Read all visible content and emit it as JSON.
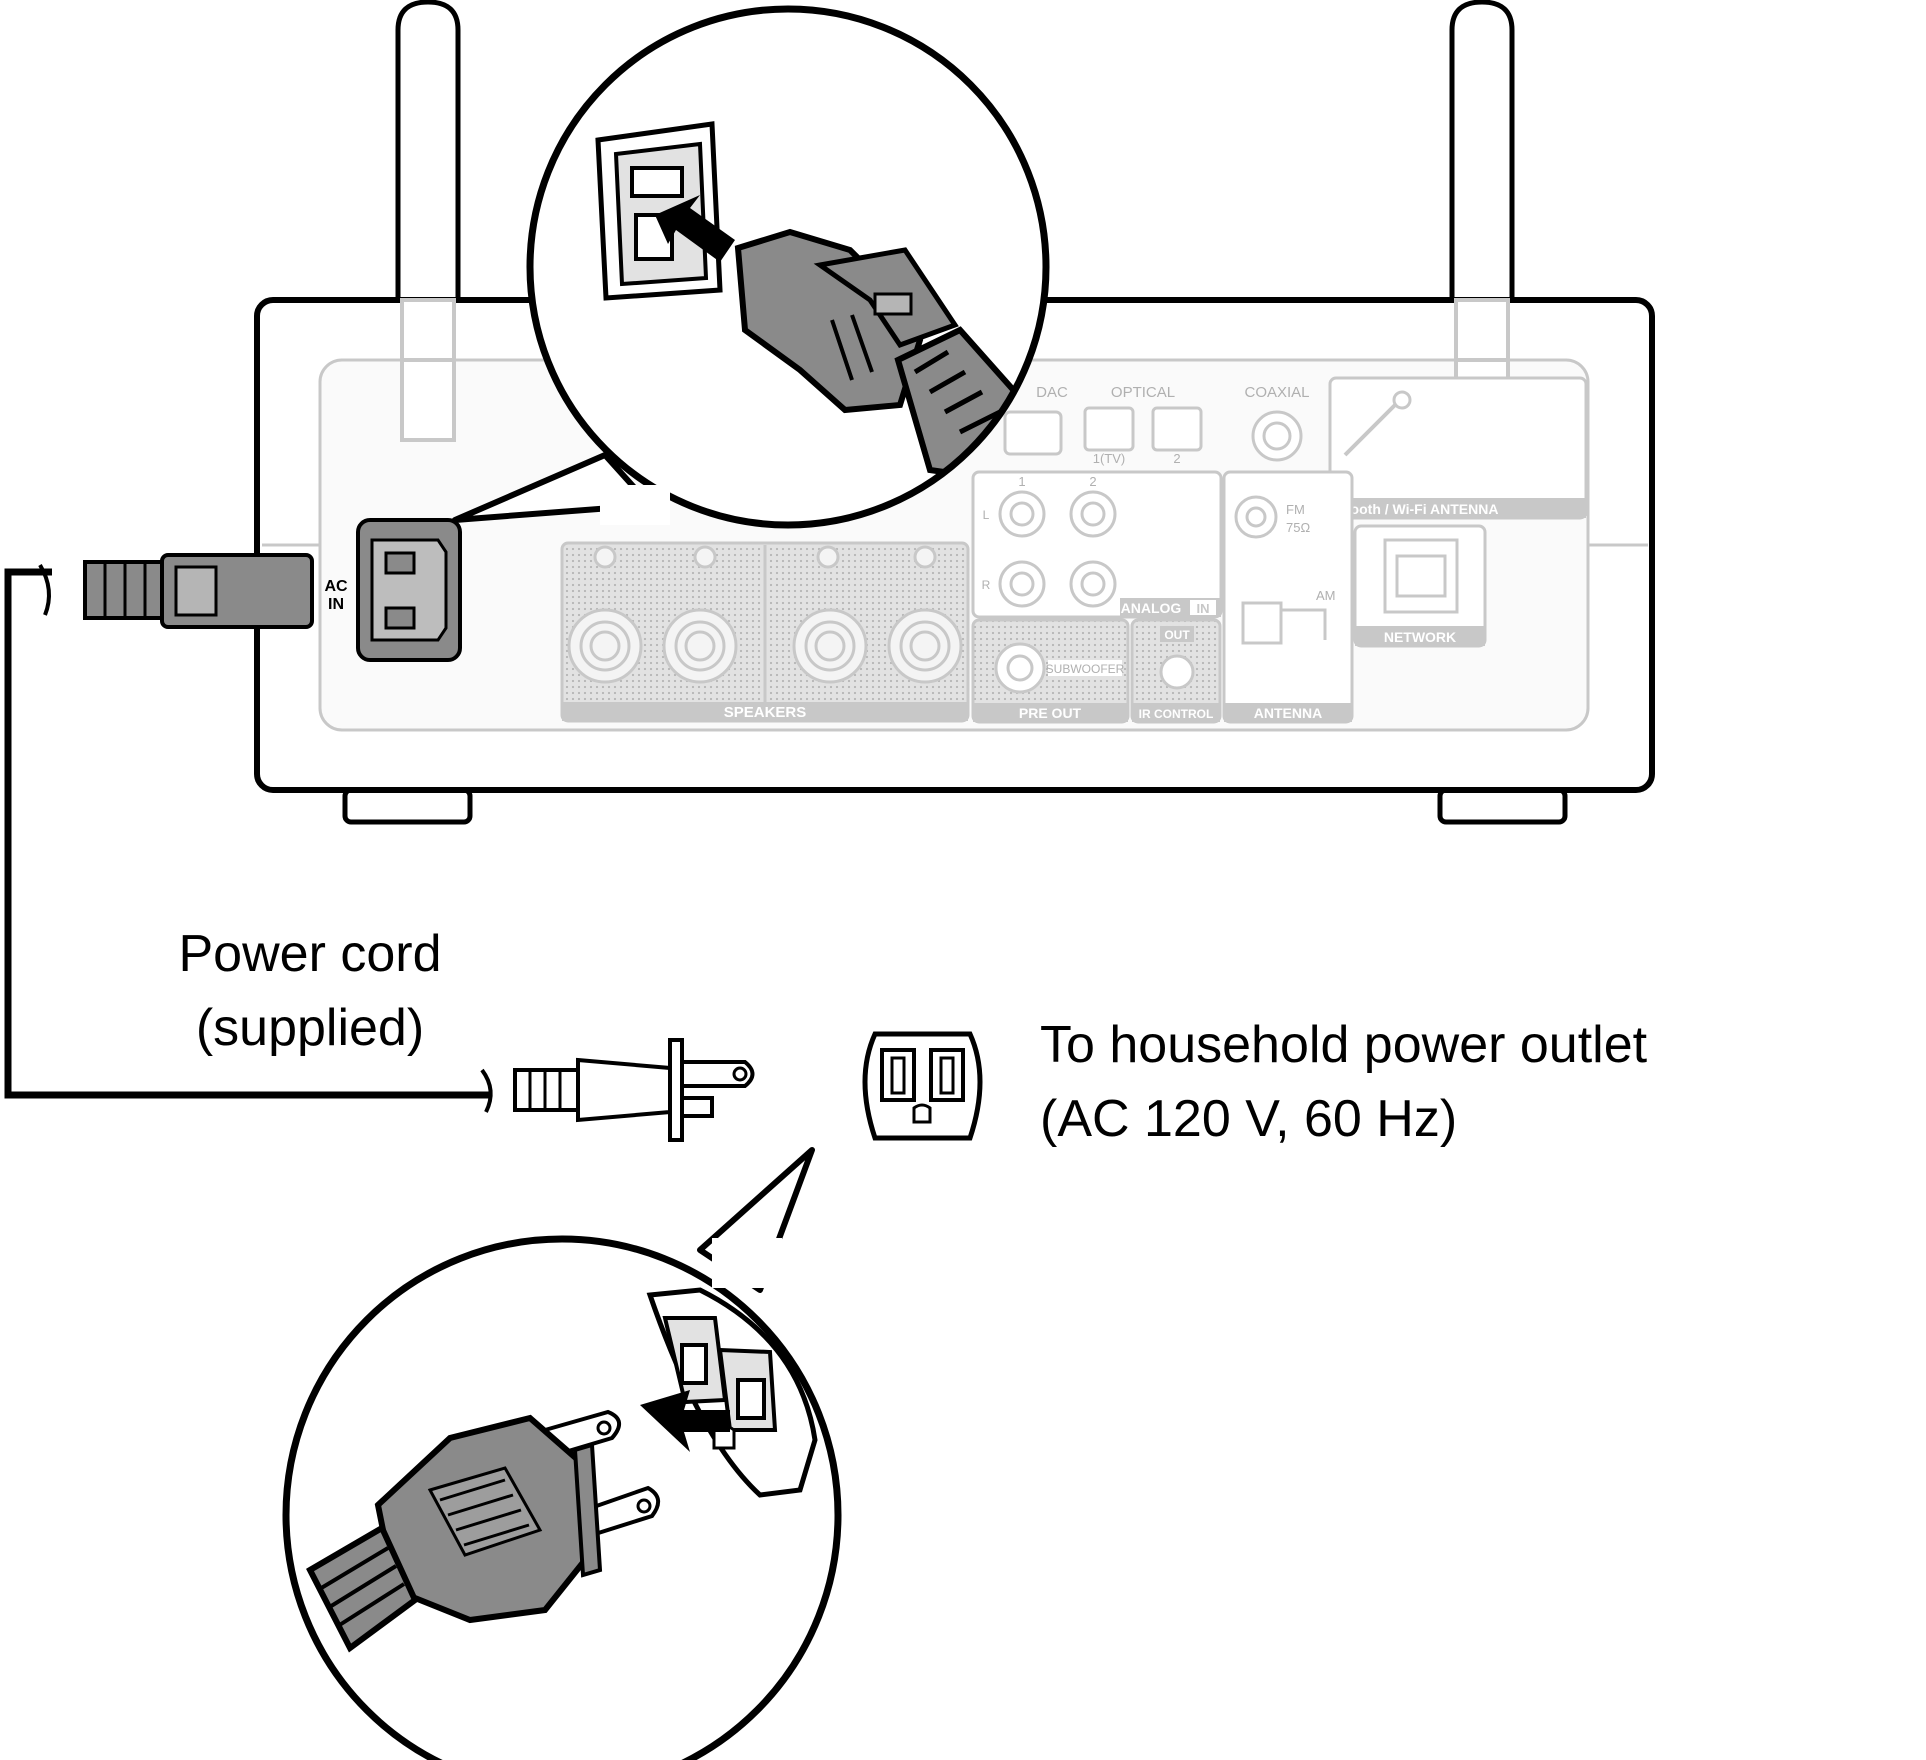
{
  "captions": {
    "power_cord": [
      "Power cord",
      "(supplied)"
    ],
    "outlet": [
      "To household power outlet",
      "(AC 120 V, 60 Hz)"
    ]
  },
  "panel_labels": {
    "ac_in": [
      "AC",
      "IN"
    ],
    "dac": "DAC",
    "optical": "OPTICAL",
    "optical_1": "1(TV)",
    "optical_2": "2",
    "coaxial": "COAXIAL",
    "bt_wifi": "Bluetooth / Wi-Fi ANTENNA",
    "analog_1": "1",
    "analog_2": "2",
    "analog_l": "L",
    "analog_r": "R",
    "analog_in": "ANALOG",
    "analog_in_tag": "IN",
    "fm": "FM",
    "fm_ohm": "75Ω",
    "am": "AM",
    "network": "NETWORK",
    "speakers": "SPEAKERS",
    "subwoofer": "SUBWOOFER",
    "out": "OUT",
    "pre_out": "PRE OUT",
    "ir_control": "IR CONTROL",
    "antenna": "ANTENNA"
  },
  "colors": {
    "line": "#000000",
    "plug_fill": "#8a8a8a",
    "panel_faded": "#c8c8c8",
    "panel_fill": "#eeeeee",
    "terminal_fill": "#d6d6d6"
  }
}
